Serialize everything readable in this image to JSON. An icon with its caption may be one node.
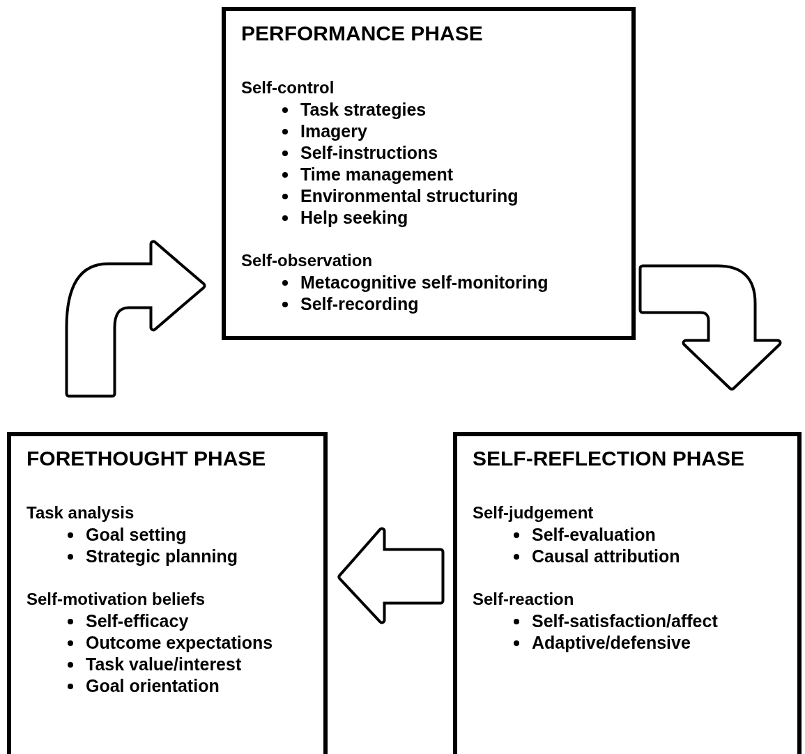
{
  "diagram": {
    "nodes": [
      {
        "text": [
          "PERFORMANCE PHASE",
          "Self-control",
          "Task strategies",
          "Imagery",
          "Self-instructions",
          "Time management",
          "Environmental structuring",
          "Help seeking",
          "Self-observation",
          "Metacognitive self-monitoring",
          "Self-recording"
        ]
      },
      {
        "text": [
          "FORETHOUGHT PHASE",
          "Task analysis",
          "Goal setting",
          "Strategic planning",
          "Self-motivation beliefs",
          "Self-efficacy",
          "Outcome expectations",
          "Task value/interest",
          "Goal orientation"
        ]
      },
      {
        "text": [
          "SELF-REFLECTION PHASE",
          "Self-judgement",
          "Self-evaluation",
          "Causal attribution",
          "Self-reaction",
          "Self-satisfaction/affect",
          "Adaptive/defensive"
        ]
      }
    ],
    "edges": [
      {
        "from": 1,
        "to": 0,
        "arrow": "to"
      },
      {
        "from": 0,
        "to": 2,
        "arrow": "to"
      },
      {
        "from": 2,
        "to": 1,
        "arrow": "to"
      }
    ]
  }
}
